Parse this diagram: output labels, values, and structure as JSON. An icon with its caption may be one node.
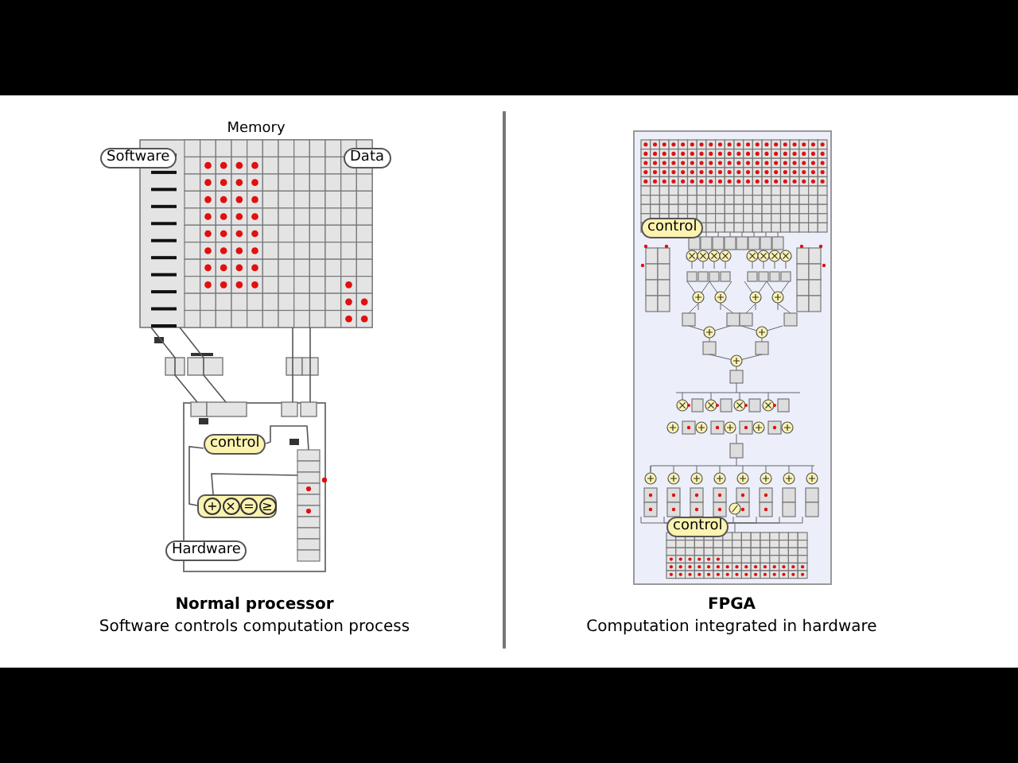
{
  "diagram": {
    "nodes": [
      {
        "text": [
          "Memory"
        ]
      },
      {
        "text": [
          "Software"
        ]
      },
      {
        "text": [
          "Data"
        ]
      },
      {
        "text": [],
        "shape": "box"
      },
      {
        "text": [
          "control"
        ],
        "in": 3
      },
      {
        "text": [
          "+",
          "×",
          "=",
          "≥"
        ],
        "in": 3
      },
      {
        "text": [],
        "shape": "bar",
        "in": 3
      },
      {
        "text": [],
        "shape": "box"
      },
      {
        "text": [
          "control"
        ],
        "in": 7
      },
      {
        "text": [
          "control"
        ],
        "in": 7
      },
      {
        "text": [
          "Hardware"
        ]
      }
    ],
    "edges": [
      {
        "from": 0,
        "to": 3,
        "arrow": "none"
      },
      {
        "from": 0,
        "to": 3,
        "arrow": "none"
      },
      {
        "from": 0,
        "to": 3,
        "arrow": "none"
      },
      {
        "from": 0,
        "to": 3,
        "arrow": "none"
      },
      {
        "from": 4,
        "to": 6,
        "arrow": "none"
      },
      {
        "from": 4,
        "to": 5,
        "arrow": "none"
      },
      {
        "from": 6,
        "to": 5,
        "arrow": "none"
      }
    ],
    "labels": [
      "Normal processor",
      "Software controls computation process",
      "FPGA",
      "Computation integrated in hardware"
    ]
  }
}
